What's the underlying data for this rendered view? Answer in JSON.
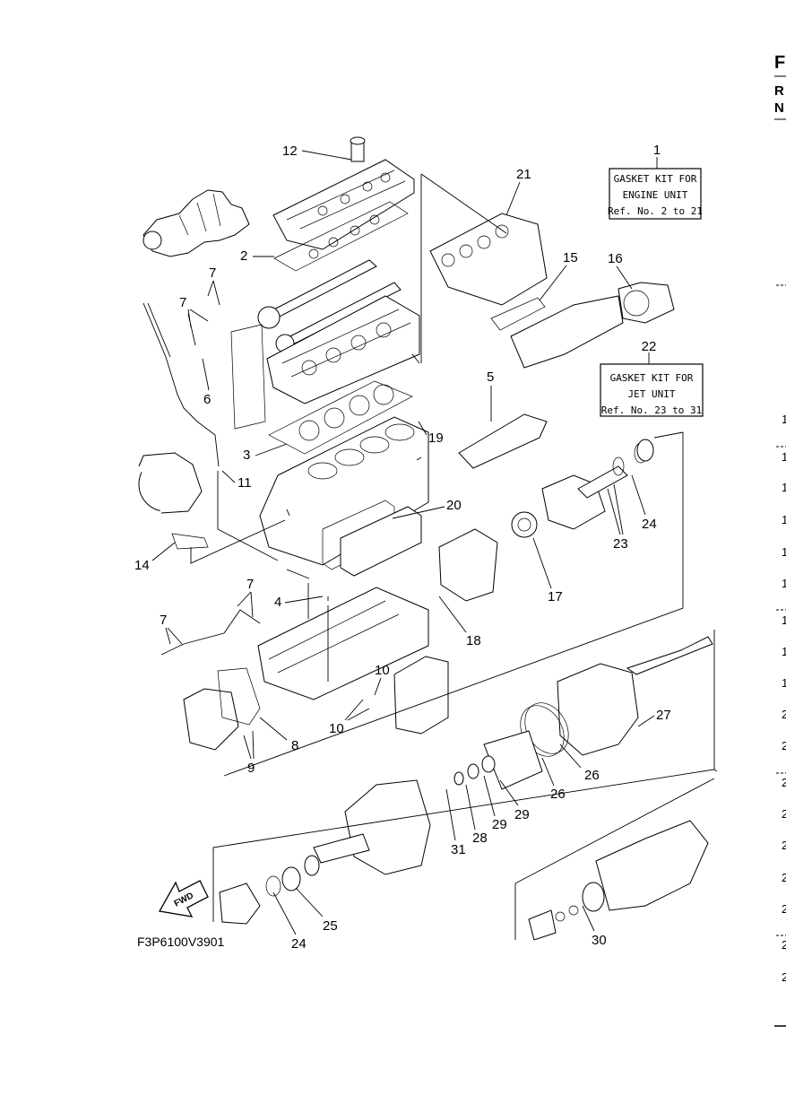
{
  "drawing_code": "F3P6100V3901",
  "fwd_label": "FWD",
  "kits": [
    {
      "number": "1",
      "line1": "GASKET KIT FOR",
      "line2": "ENGINE UNIT",
      "line3": "Ref. No. 2 to 21"
    },
    {
      "number": "22",
      "line1": "GASKET KIT FOR",
      "line2": "JET UNIT",
      "line3": "Ref. No. 23 to 31"
    }
  ],
  "callouts": [
    "12",
    "21",
    "2",
    "7",
    "15",
    "16",
    "7",
    "6",
    "3",
    "19",
    "5",
    "11",
    "20",
    "24",
    "23",
    "14",
    "17",
    "7",
    "4",
    "7",
    "18",
    "10",
    "10",
    "8",
    "9",
    "27",
    "26",
    "26",
    "29",
    "28",
    "31",
    "29",
    "25",
    "24",
    "30"
  ],
  "right_edge": {
    "letters": [
      "F",
      "R",
      "N"
    ],
    "numbers": [
      "1",
      "1",
      "1",
      "1",
      "1",
      "1",
      "1",
      "1",
      "1",
      "2",
      "2",
      "2",
      "2",
      "2",
      "2",
      "2",
      "2",
      "2"
    ]
  }
}
